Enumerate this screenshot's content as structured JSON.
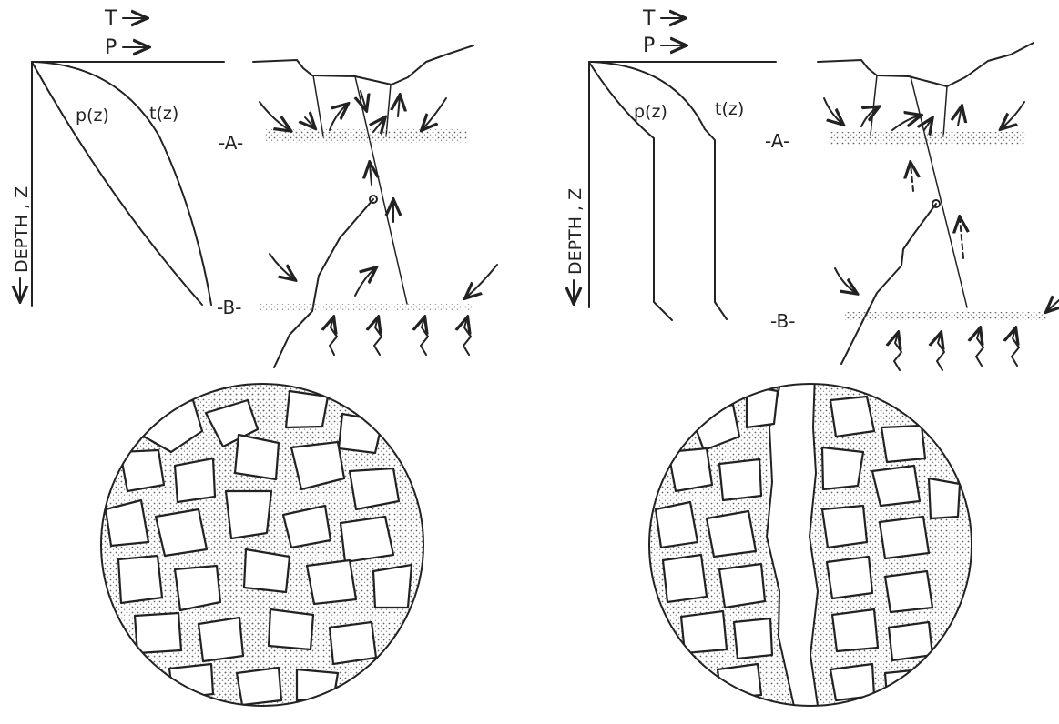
{
  "figure": {
    "panels": [
      {
        "id": "left",
        "axis": {
          "temperature_label": "T",
          "pressure_label": "P",
          "depth_label": "DEPTH , Z"
        },
        "curves": {
          "pressure": "p(z)",
          "temperature": "t(z)"
        },
        "levels": {
          "upper": "-A-",
          "lower": "-B-"
        },
        "pore_space": "stippled"
      },
      {
        "id": "right",
        "axis": {
          "temperature_label": "T",
          "pressure_label": "P",
          "depth_label": "DEPTH , Z"
        },
        "curves": {
          "pressure": "p(z)",
          "temperature": "t(z)"
        },
        "levels": {
          "upper": "-A-",
          "lower": "-B-"
        },
        "pore_space": "open channel"
      }
    ],
    "colors": {
      "ink": "#222222",
      "paper": "#ffffff"
    }
  }
}
